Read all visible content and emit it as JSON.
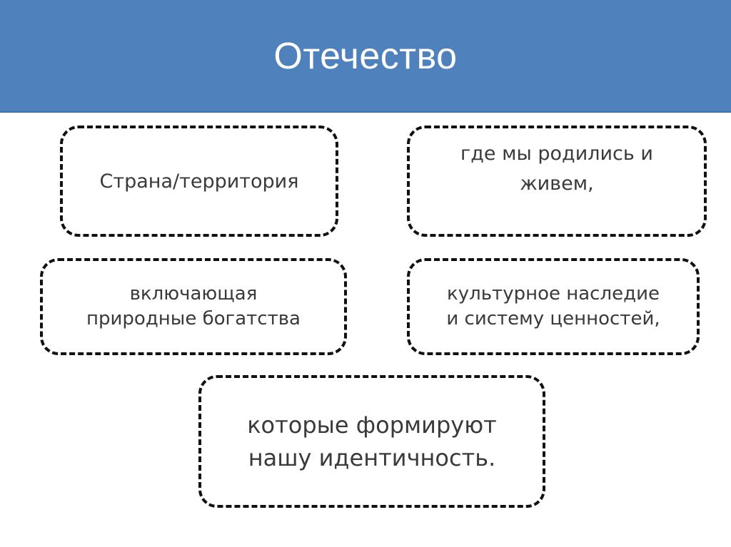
{
  "title": "Отечество",
  "boxes": {
    "box1": {
      "lines": [
        "Страна/территория"
      ]
    },
    "box2": {
      "lines": [
        "где мы родились и",
        "живем,"
      ]
    },
    "box3": {
      "lines": [
        "включающая",
        "природные богатства"
      ]
    },
    "box4": {
      "lines": [
        "культурное наследие",
        "и систему ценностей,"
      ]
    },
    "box5": {
      "lines": [
        "которые формируют",
        "нашу идентичность."
      ]
    }
  },
  "colors": {
    "title_bar": "#4f81bd",
    "title_text": "#ffffff",
    "box_border": "#111111",
    "box_text": "#3a3a3a"
  }
}
